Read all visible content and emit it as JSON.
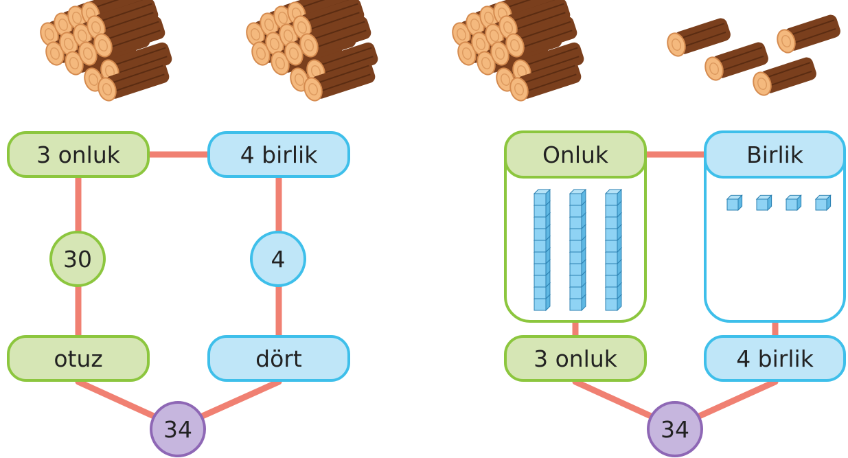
{
  "colors": {
    "connector": "#f08072",
    "tens_fill": "#d6e6b5",
    "tens_border": "#8cc63e",
    "ones_fill": "#bfe6f8",
    "ones_border": "#3ebfea",
    "total_fill": "#c6b6de",
    "total_border": "#8e67b5",
    "log_bark": "#7a3f1d",
    "log_end": "#f4b97e",
    "block_fill": "#8fd3f4",
    "block_edge": "#2a7fb0"
  },
  "left_diagram": {
    "tens_label": "3 onluk",
    "ones_label": "4 birlik",
    "tens_value": "30",
    "ones_value": "4",
    "tens_word": "otuz",
    "ones_word": "dört",
    "total": "34"
  },
  "right_diagram": {
    "tens_header": "Onluk",
    "ones_header": "Birlik",
    "tens_label": "3 onluk",
    "ones_label": "4 birlik",
    "total": "34",
    "ten_rods": 3,
    "unit_cubes": 4
  },
  "wood": {
    "bundles_of_ten": 3,
    "single_logs": 4
  }
}
